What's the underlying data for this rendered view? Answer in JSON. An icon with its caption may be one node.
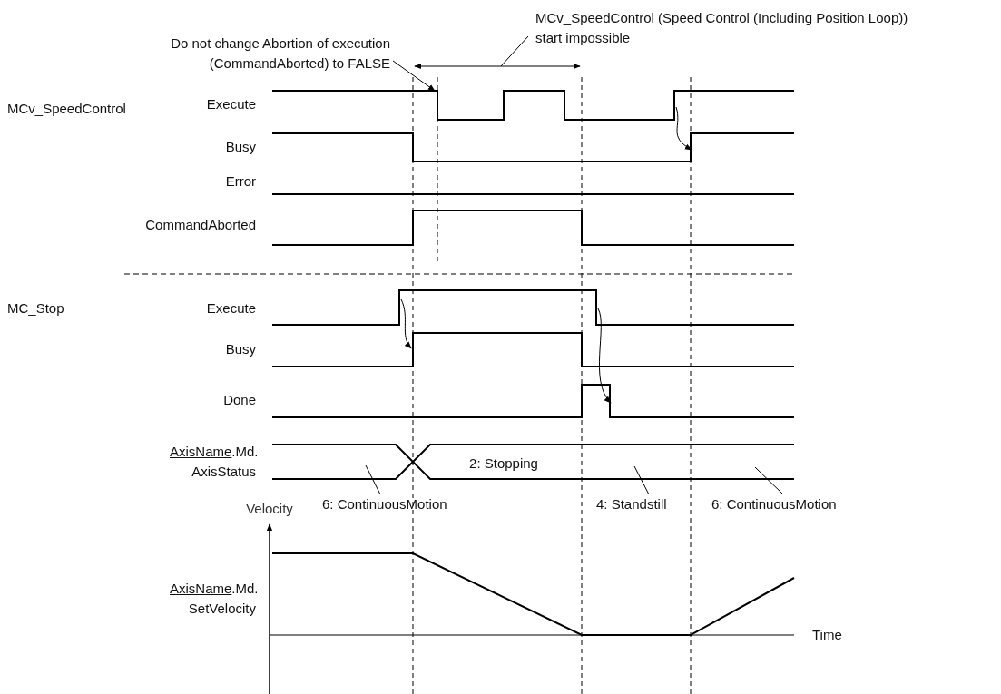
{
  "diagram": {
    "nodes": [
      {
        "text": [
          "Do not change Abortion of execution (CommandAborted) to FALSE"
        ]
      },
      {
        "text": [
          "MCv_SpeedControl (Speed Control (Including Position Loop)) start impossible"
        ]
      },
      {
        "text": [
          "6: ContinuousMotion"
        ]
      },
      {
        "text": [
          "4: Standstill"
        ]
      },
      {
        "text": [
          "6: ContinuousMotion"
        ]
      },
      {
        "text": [],
        "shape": "arrow"
      },
      {
        "text": [],
        "shape": "line"
      }
    ],
    "edges": [
      {
        "from": 0,
        "to": 6,
        "arrow": "to"
      },
      {
        "from": 1,
        "to": 5,
        "arrow": "none"
      },
      {
        "from": 2,
        "to": null,
        "arrow": "none"
      },
      {
        "from": 3,
        "to": null,
        "arrow": "none"
      },
      {
        "from": 4,
        "to": null,
        "arrow": "none"
      }
    ],
    "labels": [
      "MCv_SpeedControl",
      "Execute",
      "Busy",
      "Error",
      "CommandAborted",
      "MC_Stop",
      "Execute",
      "Busy",
      "Done",
      "AxisName.Md. AxisStatus",
      "2: Stopping",
      "Velocity",
      "AxisName.Md. SetVelocity",
      "Time"
    ]
  }
}
